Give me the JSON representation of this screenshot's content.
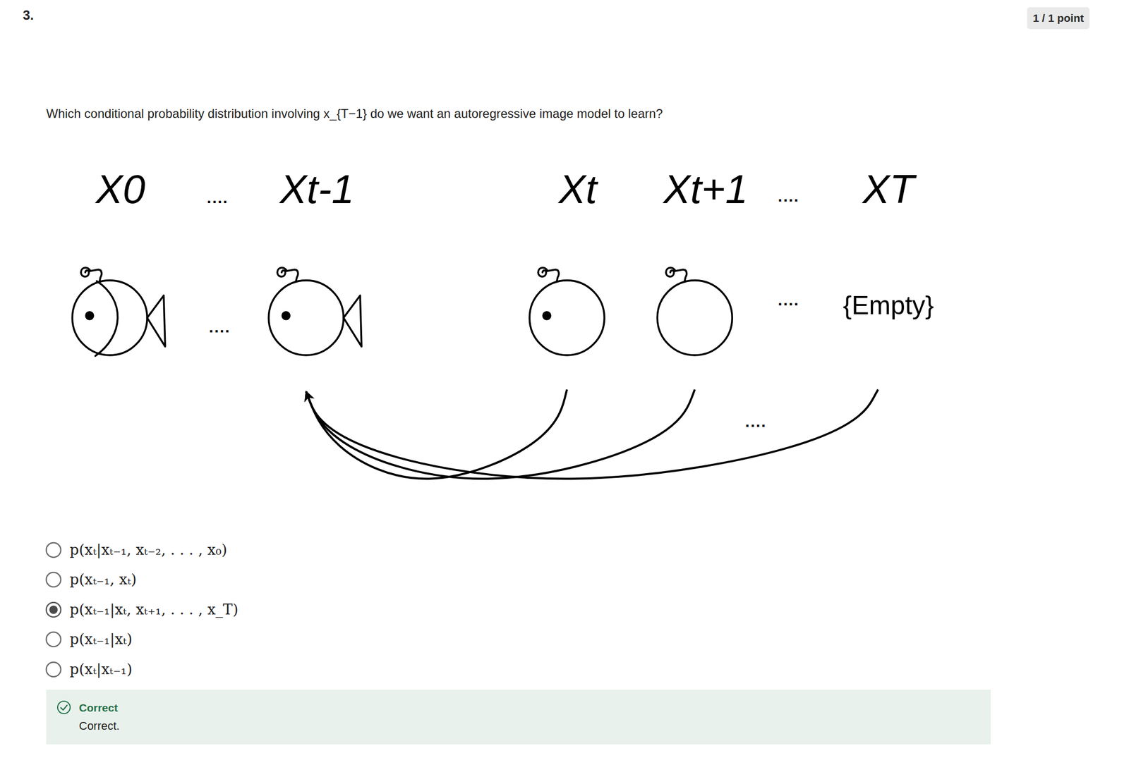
{
  "diagram": {
    "nodes": [
      {
        "text": [
          "1 / 1 point"
        ]
      },
      {
        "text": [
          "X0"
        ]
      },
      {
        "text": [
          "Xt-1"
        ]
      },
      {
        "text": [
          "Xt"
        ]
      },
      {
        "text": [
          "Xt+1"
        ]
      },
      {
        "text": [
          "XT",
          "{Empty}"
        ]
      },
      {
        "text": [
          "Correct",
          "Correct."
        ]
      }
    ],
    "edges": [
      {
        "from": 3,
        "to": 2,
        "arrow": "to"
      },
      {
        "from": 4,
        "to": 2,
        "arrow": "to"
      },
      {
        "from": 5,
        "to": 2,
        "arrow": "to"
      }
    ],
    "labels": [
      "3.",
      "Which conditional probability distribution involving x_{T−1} do we want an autoregressive image model to learn?",
      "....",
      "....",
      "....",
      "....",
      "....",
      "p(xₜ|xₜ₋₁, xₜ₋₂, . . . , x₀)",
      "p(xₜ₋₁, xₜ)",
      "p(xₜ₋₁|xₜ, xₜ₊₁, . . . , x_T)",
      "p(xₜ₋₁|xₜ)",
      "p(xₜ|xₜ₋₁)"
    ]
  }
}
